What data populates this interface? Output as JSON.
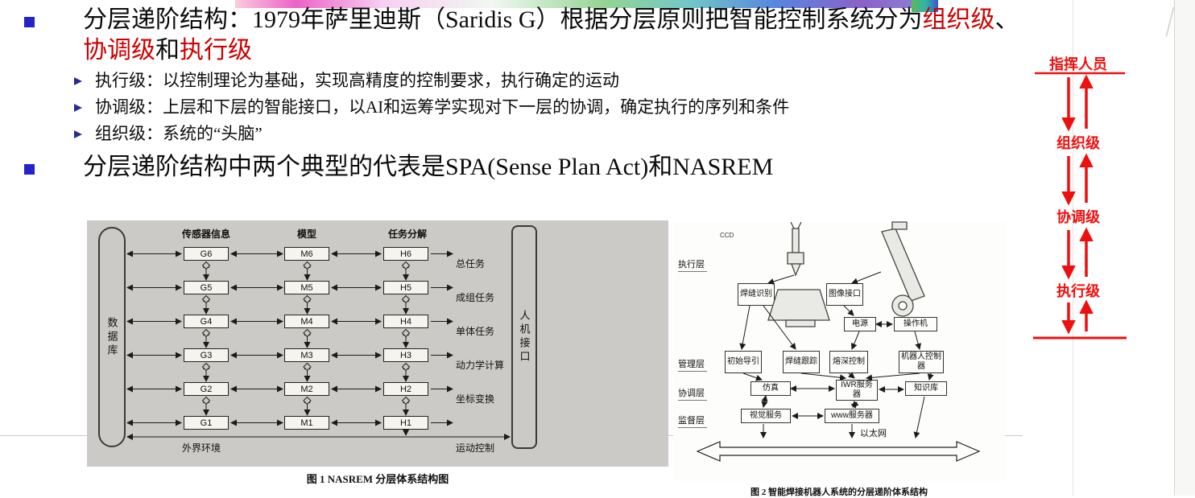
{
  "colors": {
    "title_red": "#cc0000",
    "hierarchy_red": "#ee0f0f",
    "bullet_blue": "#2323c8"
  },
  "bullet1": {
    "prefix": "分层递阶结构：1979年萨里迪斯（Saridis G）根据分层原则把智能控制系统分为",
    "red1": "组织级",
    "sep1": "、",
    "red2": "协调级",
    "mid": "和",
    "red3": "执行级"
  },
  "sub_bullets": [
    "执行级：以控制理论为基础，实现高精度的控制要求，执行确定的运动",
    "协调级：上层和下层的智能接口，以AI和运筹学实现对下一层的协调，确定执行的序列和条件",
    "组织级：系统的“头脑”"
  ],
  "bullet2": "分层递阶结构中两个典型的代表是SPA(Sense Plan Act)和NASREM",
  "fig1": {
    "caption": "图 1 NASREM 分层体系结构图",
    "database": "数据库",
    "hmi": "人机接口",
    "columns": [
      "传感器信息",
      "模型",
      "任务分解"
    ],
    "rows": [
      {
        "g": "G6",
        "m": "M6",
        "h": "H6",
        "label": "总任务"
      },
      {
        "g": "G5",
        "m": "M5",
        "h": "H5",
        "label": "成组任务"
      },
      {
        "g": "G4",
        "m": "M4",
        "h": "H4",
        "label": "单体任务"
      },
      {
        "g": "G3",
        "m": "M3",
        "h": "H3",
        "label": "动力学计算"
      },
      {
        "g": "G2",
        "m": "M2",
        "h": "H2",
        "label": "坐标变换"
      },
      {
        "g": "G1",
        "m": "M1",
        "h": "H1",
        "label": "运动控制"
      }
    ],
    "environment": "外界环境"
  },
  "fig2": {
    "caption": "图 2 智能焊接机器人系统的分层递阶体系结构",
    "camera_label": "CCD",
    "layers": [
      "执行层",
      "管理层",
      "协调层",
      "监督层"
    ],
    "exec_boxes": [
      "焊缝识别",
      "图像接口",
      "电源",
      "操作机"
    ],
    "manage_boxes": [
      "初始导引",
      "焊缝跟踪",
      "熔深控制",
      "机器人控制器"
    ],
    "coord_boxes": [
      "仿真",
      "IWR服务器",
      "知识库"
    ],
    "monitor_boxes": [
      "视觉服务",
      "www服务器"
    ],
    "ethernet": "以太网"
  },
  "hierarchy": {
    "commander": "指挥人员",
    "levels": [
      "组织级",
      "协调级",
      "执行级"
    ]
  }
}
